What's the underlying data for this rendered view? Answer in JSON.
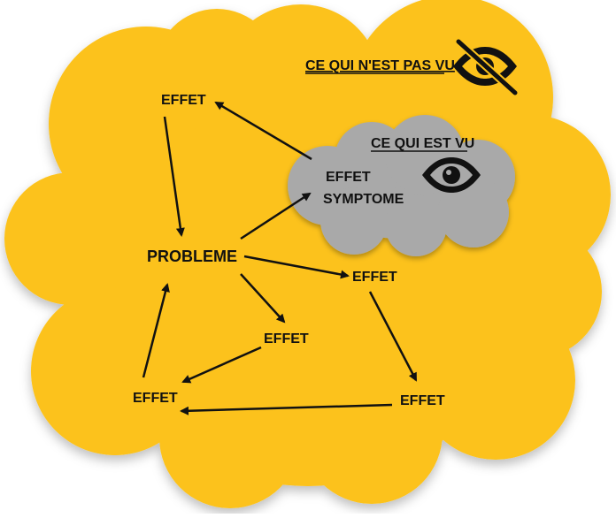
{
  "colors": {
    "yellow_cloud": "#fcc21b",
    "gray_cloud": "#a9a9a9",
    "text": "#111111",
    "arrow": "#111111"
  },
  "labels": {
    "not_seen_title": "CE QUI N'EST PAS VU",
    "seen_title": "CE QUI EST VU",
    "symptom_line1": "EFFET",
    "symptom_line2": "SYMPTOME",
    "problem": "PROBLEME",
    "effect_top": "EFFET",
    "effect_right": "EFFET",
    "effect_middle": "EFFET",
    "effect_bottom_left": "EFFET",
    "effect_bottom_right": "EFFET"
  },
  "icons": {
    "not_seen": "eye-slash-icon",
    "seen": "eye-icon"
  }
}
